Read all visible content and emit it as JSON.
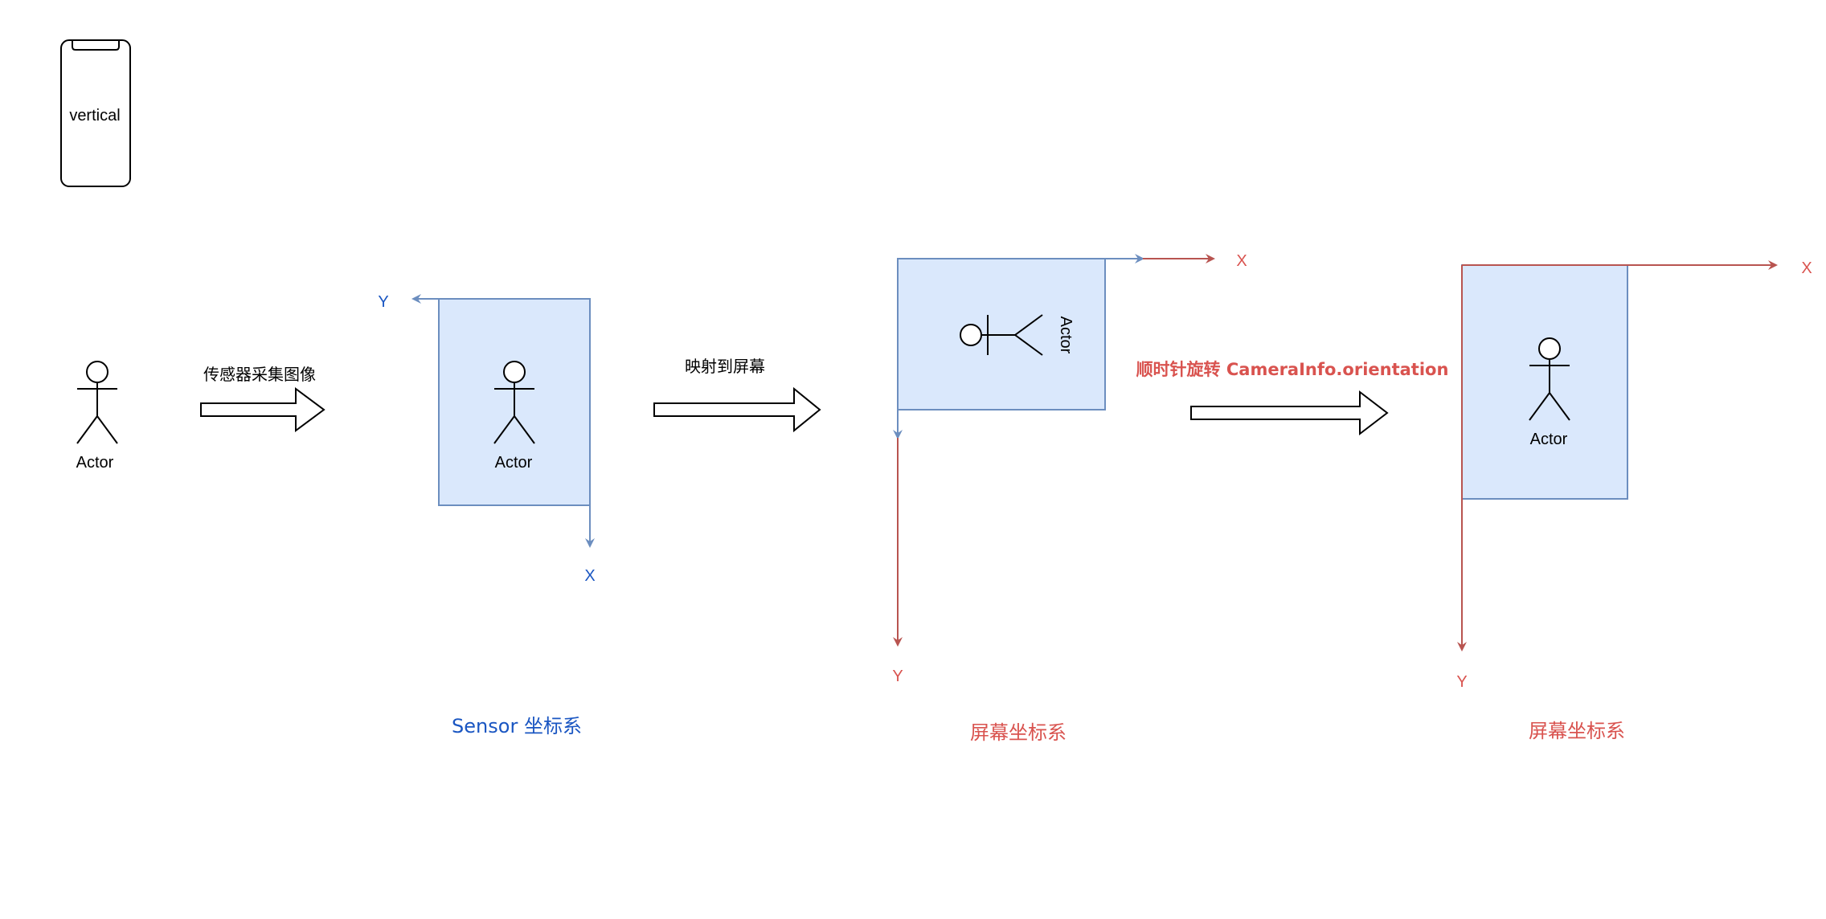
{
  "phone": {
    "label": "vertical"
  },
  "actor_labels": {
    "actor": "Actor"
  },
  "steps": {
    "capture": "传感器采集图像",
    "map": "映射到屏幕",
    "rotate": "顺时针旋转 CameraInfo.orientation"
  },
  "axes": {
    "x": "X",
    "y": "Y"
  },
  "captions": {
    "sensor": "Sensor 坐标系",
    "screen1": "屏幕坐标系",
    "screen2": "屏幕坐标系"
  },
  "colors": {
    "frame_fill": "#dae8fc",
    "frame_stroke": "#6c8ebf",
    "sensor_axis": "#6c8ebf",
    "screen_axis": "#b85450",
    "sensor_text": "#1a56c2",
    "screen_text": "#d9534f"
  }
}
